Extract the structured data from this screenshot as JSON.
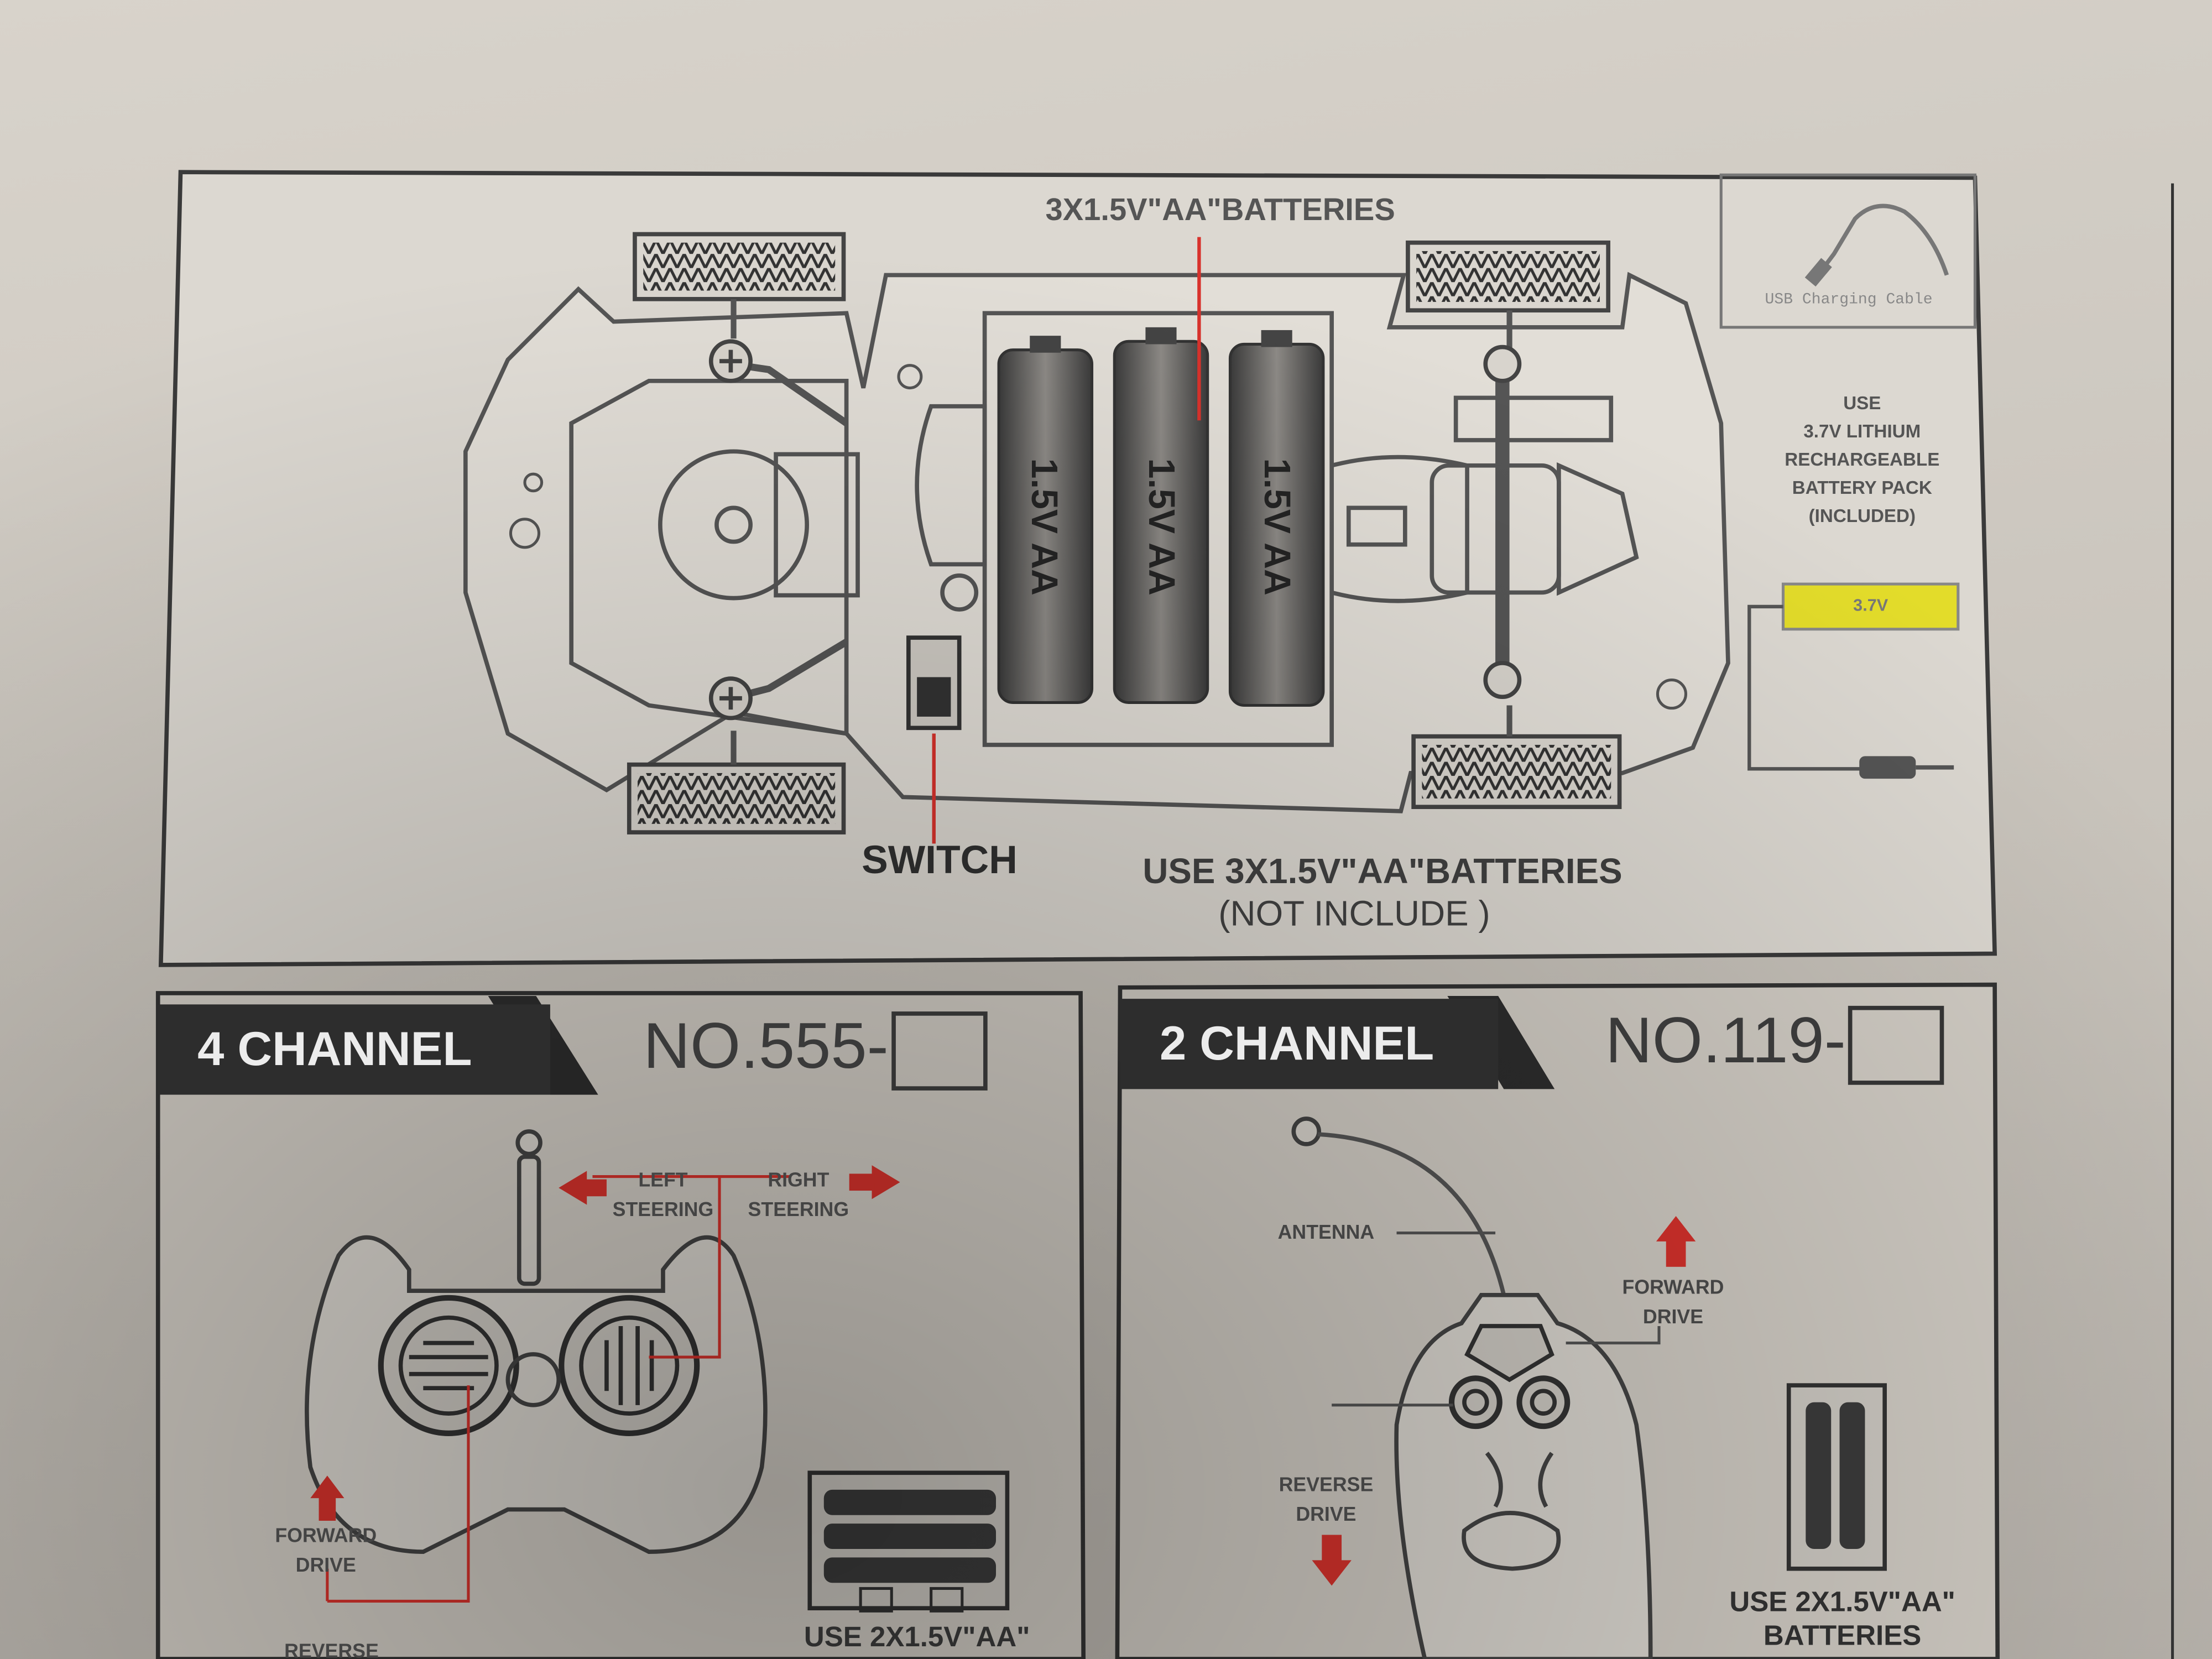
{
  "diagram_top": {
    "battery_title": "3X1.5V\"AA\"BATTERIES",
    "battery_label": "1.5V AA",
    "switch_label": "SWITCH",
    "usb_label": "USB Charging Cable",
    "lithium_note": [
      "USE",
      "3.7V LITHIUM",
      "RECHARGEABLE",
      "BATTERY PACK",
      "(INCLUDED)"
    ],
    "lithium_tag": "3.7V",
    "use_batteries": "USE 3X1.5V\"AA\"BATTERIES",
    "not_include": "(NOT INCLUDE )"
  },
  "panel_left": {
    "channel": "4 CHANNEL",
    "model": "NO.555-",
    "left_steering": [
      "LEFT",
      "STEERING"
    ],
    "right_steering": [
      "RIGHT",
      "STEERING"
    ],
    "forward": [
      "FORWARD",
      "DRIVE"
    ],
    "reverse": "REVERSE",
    "batteries": "USE 2X1.5V\"AA\""
  },
  "panel_right": {
    "channel": "2 CHANNEL",
    "model": "NO.119-",
    "antenna": "ANTENNA",
    "forward": [
      "FORWARD",
      "DRIVE"
    ],
    "reverse": [
      "REVERSE",
      "DRIVE"
    ],
    "batteries": [
      "USE 2X1.5V\"AA\"",
      "BATTERIES"
    ]
  },
  "colors": {
    "accent_red": "#d8322c",
    "tag_yellow": "#e3dc2a",
    "ink": "#3a3a3a"
  }
}
